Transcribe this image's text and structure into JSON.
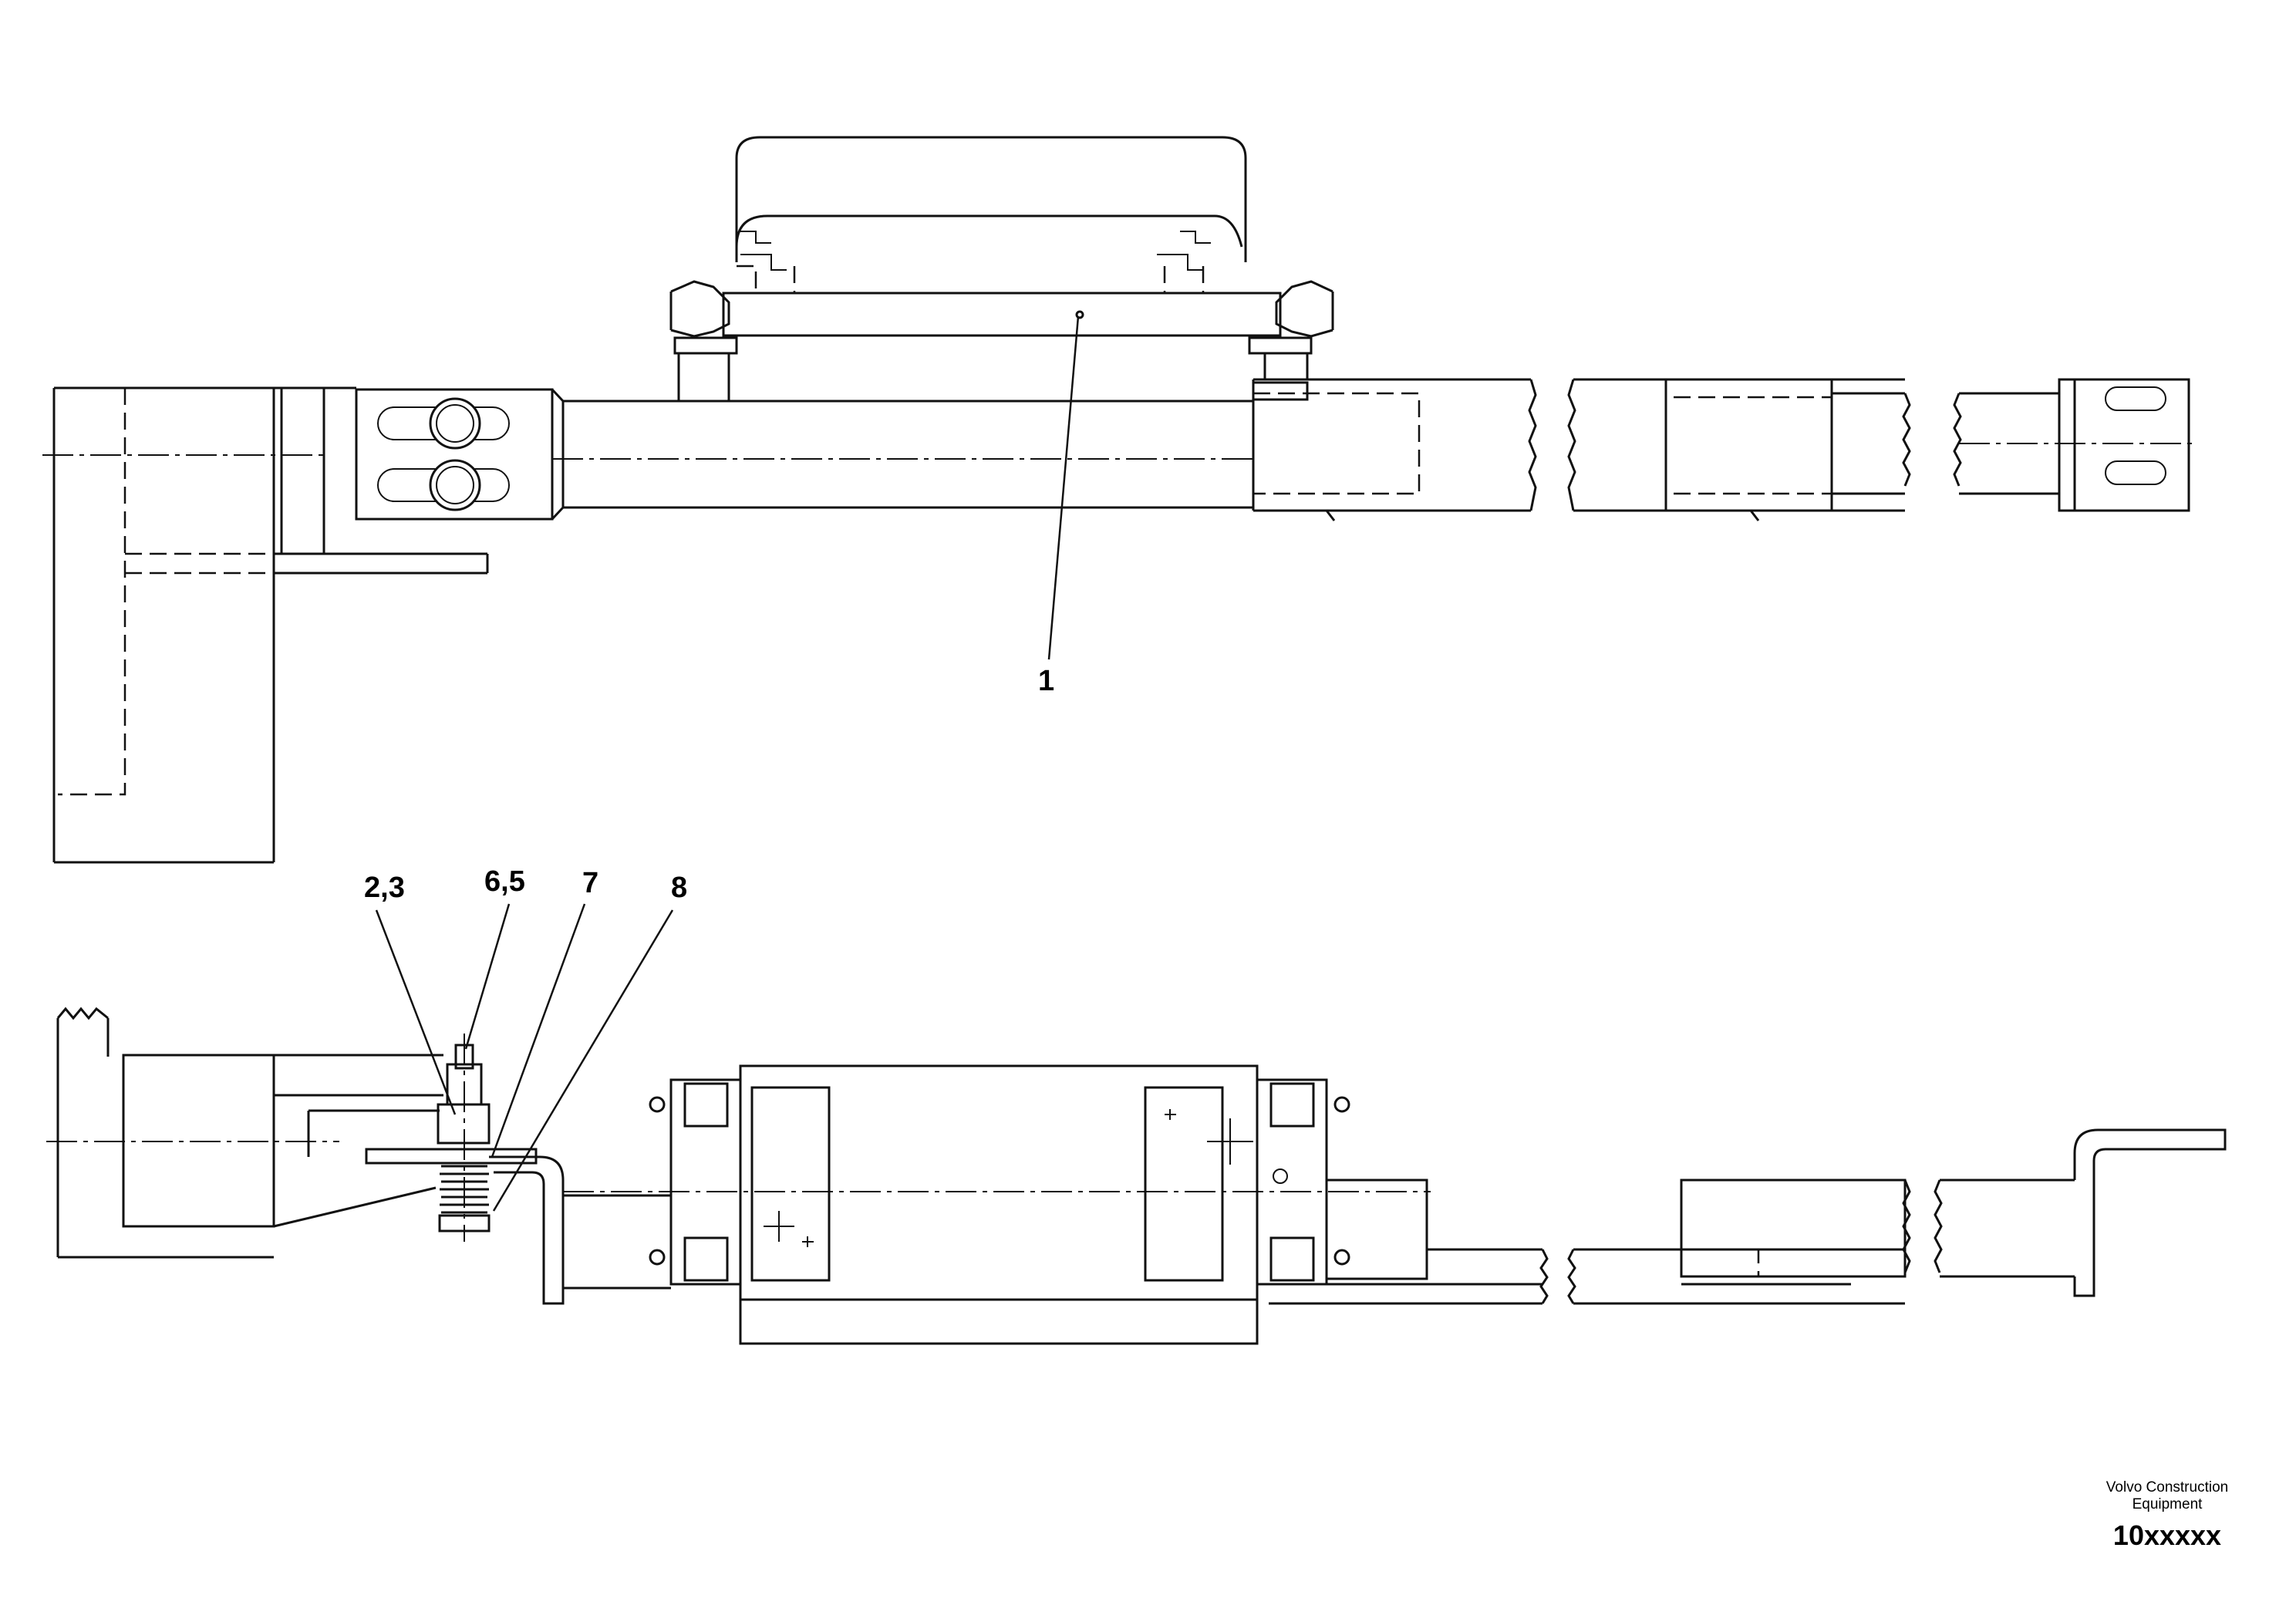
{
  "callouts": {
    "item_1": "1",
    "item_2_3": "2,3",
    "item_6_5": "6,5",
    "item_7": "7",
    "item_8": "8"
  },
  "title_block": {
    "company_line1": "Volvo Construction",
    "company_line2": "Equipment",
    "drawing_number": "10xxxxx"
  },
  "colors": {
    "line": "#111111",
    "background": "#ffffff"
  }
}
